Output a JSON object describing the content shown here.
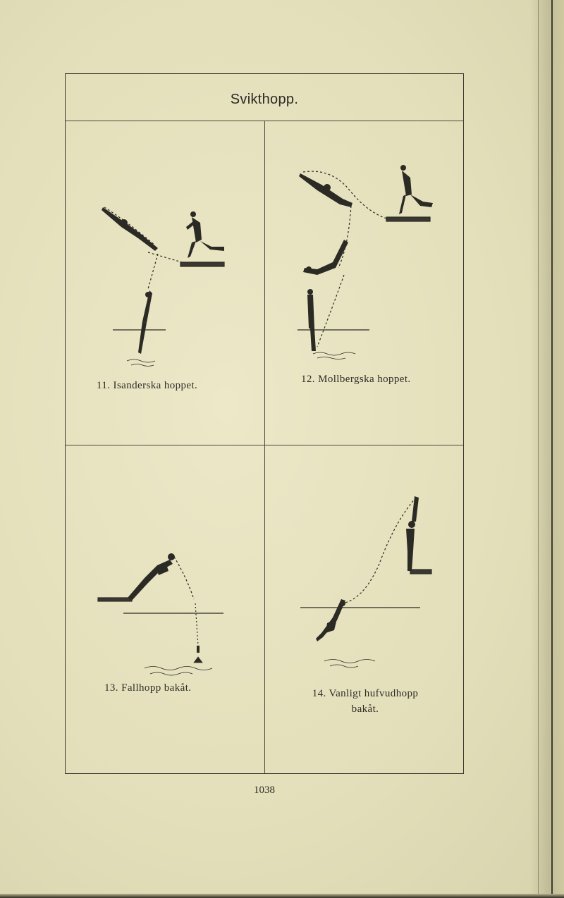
{
  "title": "Svikthopp.",
  "figures": [
    {
      "caption": "11. Isanderska hoppet."
    },
    {
      "caption": "12. Mollbergska hoppet."
    },
    {
      "caption": "13. Fallhopp bakåt."
    },
    {
      "caption_line1": "14. Vanligt hufvudhopp",
      "caption_line2": "bakåt."
    }
  ],
  "page_number": "1038",
  "colors": {
    "paper": "#e6e2bf",
    "ink": "#2a2a26"
  }
}
